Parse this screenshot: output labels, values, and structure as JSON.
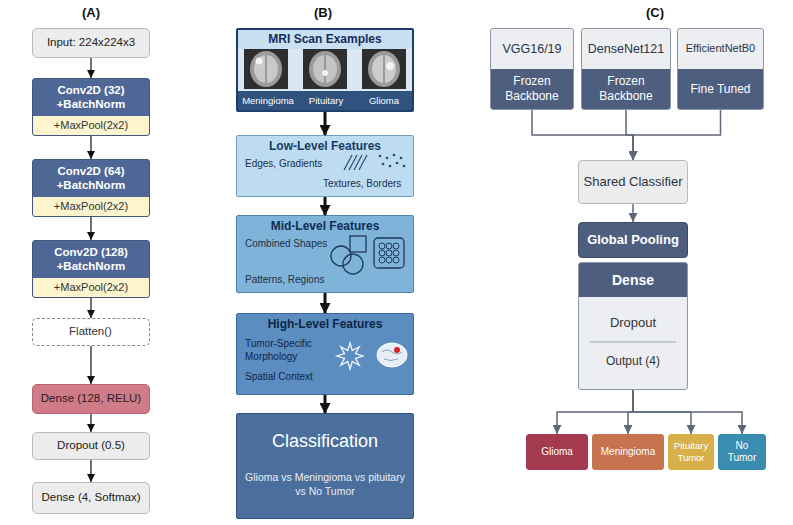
{
  "diagram": {
    "nodes": [
      {
        "text": [
          "Input: 224x224x3"
        ]
      },
      {
        "text": [
          "Conv2D (32) +BatchNorm",
          "+MaxPool(2x2)"
        ]
      },
      {
        "text": [
          "Conv2D (64) +BatchNorm",
          "+MaxPool(2x2)"
        ]
      },
      {
        "text": [
          "Conv2D (128) +BatchNorm",
          "+MaxPool(2x2)"
        ]
      },
      {
        "text": [
          "Flatten()"
        ]
      },
      {
        "text": [
          "Dense (128, RELU)"
        ]
      },
      {
        "text": [
          "Dropout (0.5)"
        ]
      },
      {
        "text": [
          "Dense (4, Softmax)"
        ]
      },
      {
        "text": [
          "MRI Scan Examples",
          "Meningioma",
          "Pituitary",
          "Glioma"
        ]
      },
      {
        "text": [
          "Low-Level Features",
          "Edges, Gradients",
          "Textures, Borders"
        ]
      },
      {
        "text": [
          "Mid-Level Features",
          "Combined Shapes",
          "Patterns, Regions"
        ]
      },
      {
        "text": [
          "High-Level Features",
          "Tumor-Specific Morphology",
          "Spatial Context"
        ]
      },
      {
        "text": [
          "Classification",
          "Glioma vs Meningioma vs pituitary vs No Tumor"
        ]
      },
      {
        "text": [
          "VGG16/19",
          "Frozen Backbone"
        ]
      },
      {
        "text": [
          "DenseNet121",
          "Frozen Backbone"
        ]
      },
      {
        "text": [
          "EfficientNetB0",
          "Fine Tuned"
        ]
      },
      {
        "text": [
          "Shared Classifier"
        ]
      },
      {
        "text": [
          "Global Pooling"
        ]
      },
      {
        "text": [
          "Dense",
          "Dropout",
          "Output (4)"
        ]
      },
      {
        "text": [
          "Glioma"
        ]
      },
      {
        "text": [
          "Meningioma"
        ]
      },
      {
        "text": [
          "Pituitary Tumor"
        ]
      },
      {
        "text": [
          "No Tumor"
        ]
      }
    ],
    "edges": [
      {
        "from": 0,
        "to": 1,
        "arrow": "to"
      },
      {
        "from": 1,
        "to": 2,
        "arrow": "to"
      },
      {
        "from": 2,
        "to": 3,
        "arrow": "to"
      },
      {
        "from": 3,
        "to": 4,
        "arrow": "to"
      },
      {
        "from": 4,
        "to": 5,
        "arrow": "to"
      },
      {
        "from": 5,
        "to": 6,
        "arrow": "to"
      },
      {
        "from": 6,
        "to": 7,
        "arrow": "to"
      },
      {
        "from": 8,
        "to": 9,
        "arrow": "to"
      },
      {
        "from": 9,
        "to": 10,
        "arrow": "to"
      },
      {
        "from": 10,
        "to": 11,
        "arrow": "to"
      },
      {
        "from": 11,
        "to": 12,
        "arrow": "to"
      },
      {
        "from": 13,
        "to": 16,
        "arrow": "to"
      },
      {
        "from": 14,
        "to": 16,
        "arrow": "to"
      },
      {
        "from": 15,
        "to": 16,
        "arrow": "to"
      },
      {
        "from": 16,
        "to": 17,
        "arrow": "to"
      },
      {
        "from": 18,
        "to": 19,
        "arrow": "to"
      },
      {
        "from": 18,
        "to": 20,
        "arrow": "to"
      },
      {
        "from": 18,
        "to": 21,
        "arrow": "to"
      },
      {
        "from": 18,
        "to": 22,
        "arrow": "to"
      }
    ],
    "labels": [
      "(A)",
      "(B)",
      "(C)"
    ]
  }
}
